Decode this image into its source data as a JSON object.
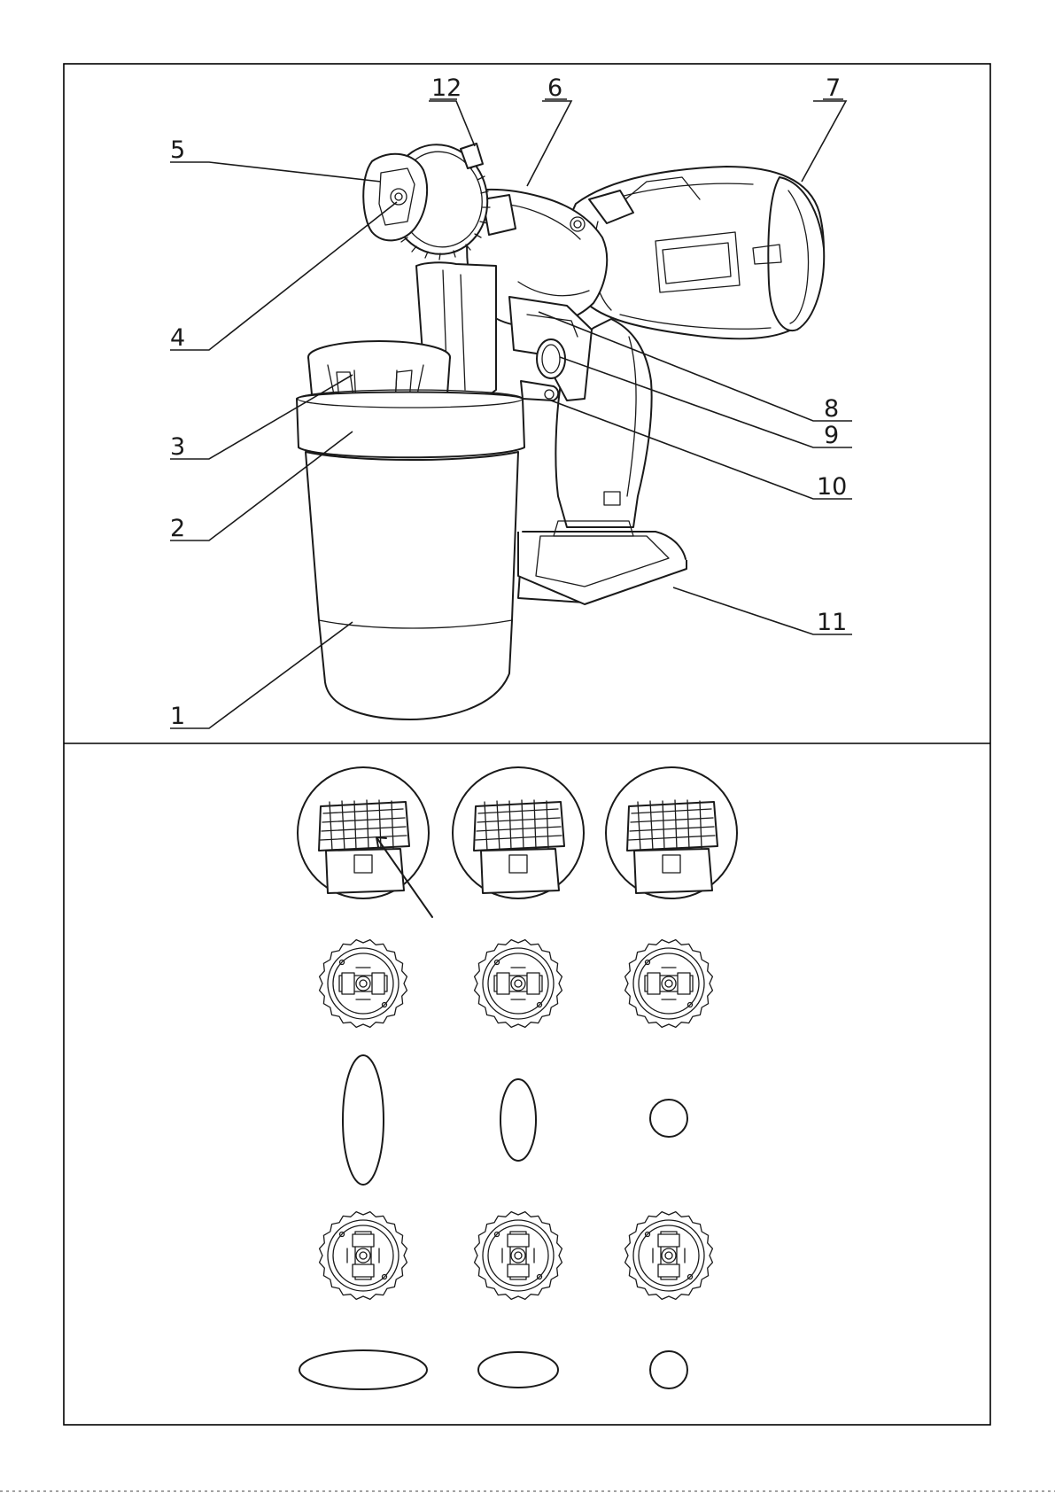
{
  "callouts": [
    {
      "num": "1",
      "part": "paint-container"
    },
    {
      "num": "2",
      "part": "container-lid"
    },
    {
      "num": "3",
      "part": "container-cap"
    },
    {
      "num": "4",
      "part": "nozzle"
    },
    {
      "num": "5",
      "part": "nozzle-cap"
    },
    {
      "num": "6",
      "part": "spray-head"
    },
    {
      "num": "7",
      "part": "motor-housing"
    },
    {
      "num": "8",
      "part": "trigger-housing"
    },
    {
      "num": "9",
      "part": "flow-adjust-knob"
    },
    {
      "num": "10",
      "part": "trigger"
    },
    {
      "num": "11",
      "part": "battery"
    },
    {
      "num": "12",
      "part": "adjustment-lever"
    }
  ],
  "patterns": {
    "columns": [
      "wide",
      "medium",
      "round"
    ],
    "vertical_row": "vertical-spray",
    "horizontal_row": "horizontal-spray"
  },
  "colors": {
    "line": "#1a1a1a",
    "background": "#ffffff",
    "frame": "#000000"
  }
}
